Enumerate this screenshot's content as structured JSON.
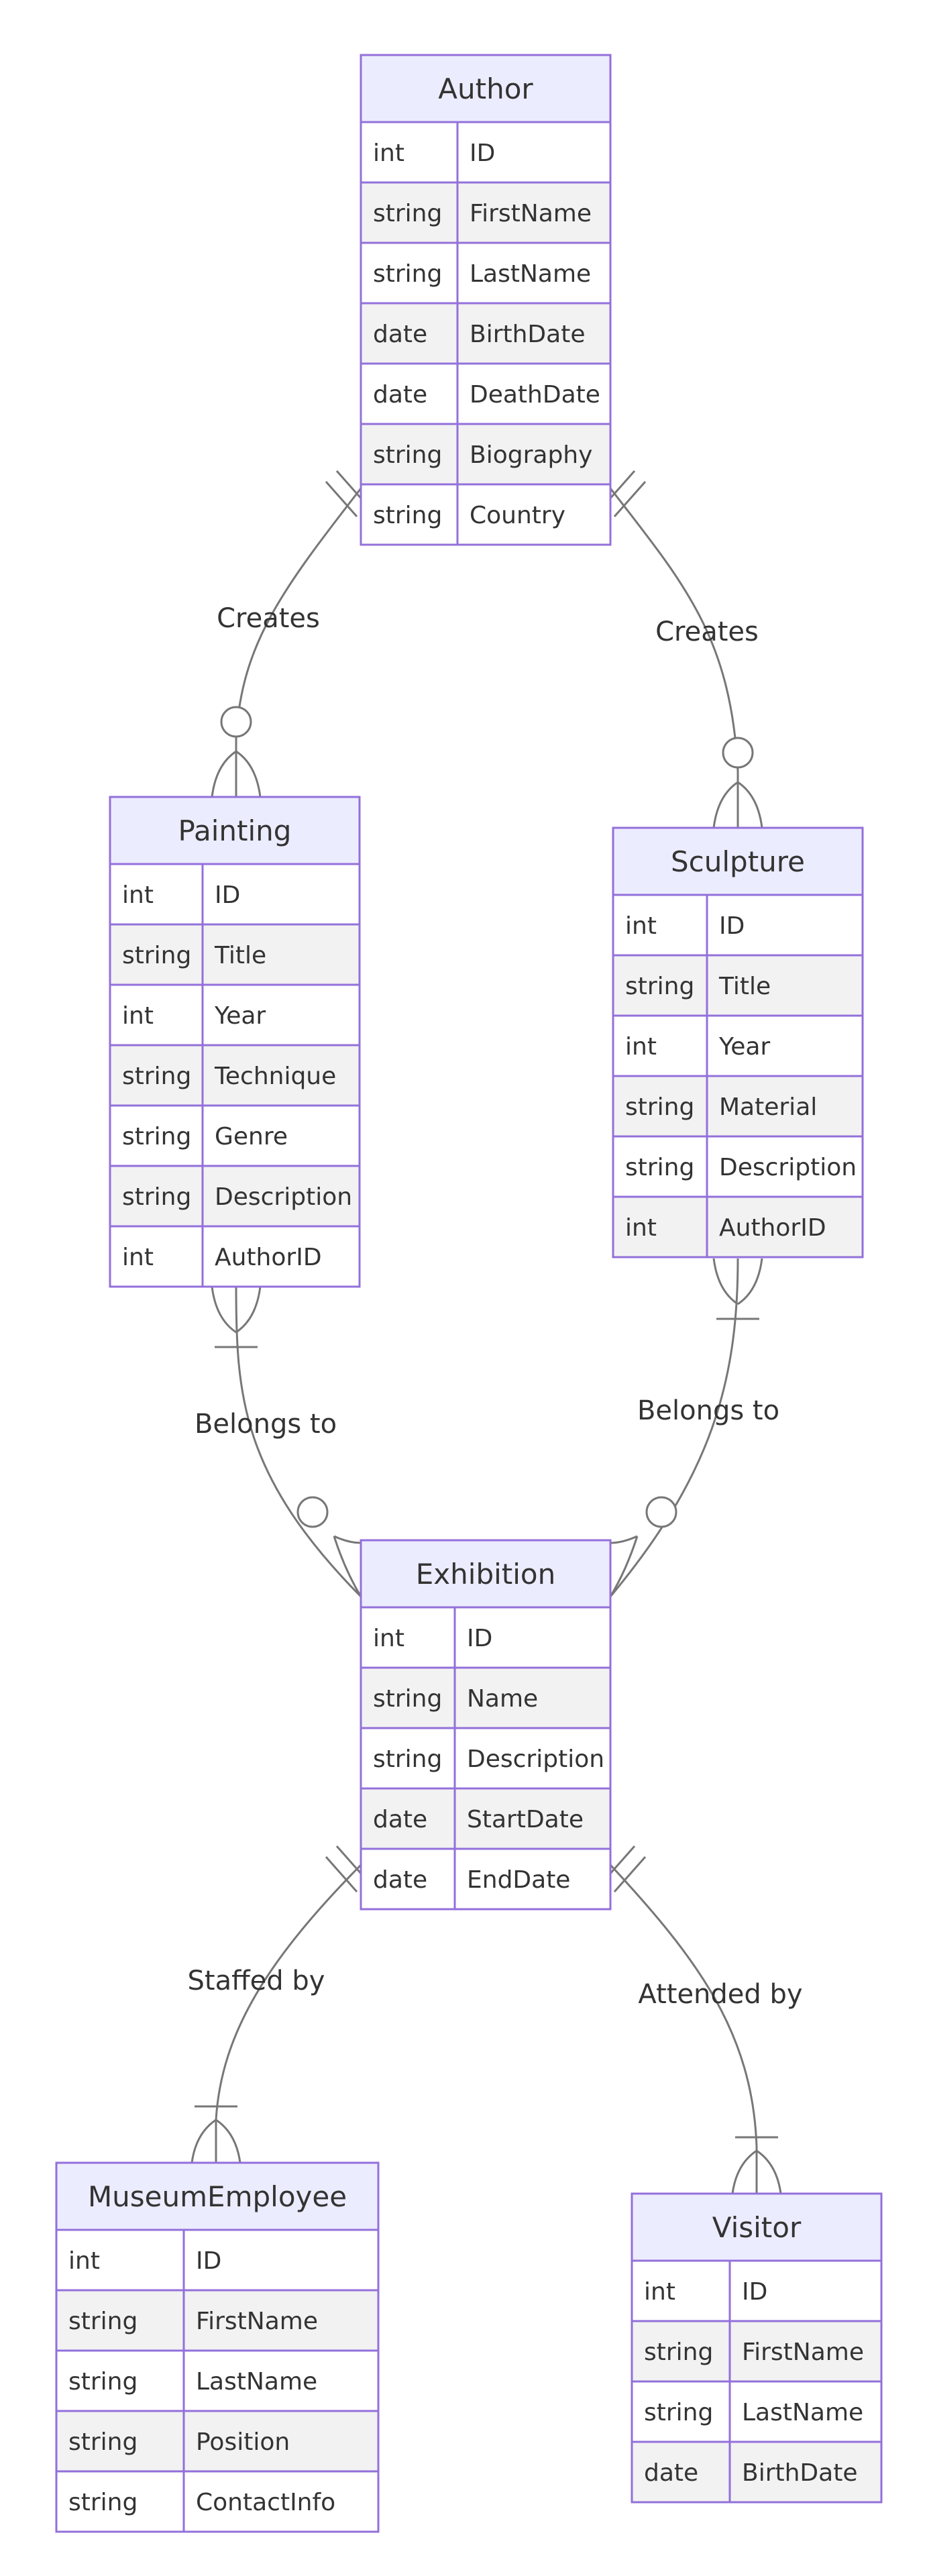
{
  "entities": [
    {
      "id": "author",
      "title": "Author",
      "attributes": [
        [
          "int",
          "ID"
        ],
        [
          "string",
          "FirstName"
        ],
        [
          "string",
          "LastName"
        ],
        [
          "date",
          "BirthDate"
        ],
        [
          "date",
          "DeathDate"
        ],
        [
          "string",
          "Biography"
        ],
        [
          "string",
          "Country"
        ]
      ]
    },
    {
      "id": "painting",
      "title": "Painting",
      "attributes": [
        [
          "int",
          "ID"
        ],
        [
          "string",
          "Title"
        ],
        [
          "int",
          "Year"
        ],
        [
          "string",
          "Technique"
        ],
        [
          "string",
          "Genre"
        ],
        [
          "string",
          "Description"
        ],
        [
          "int",
          "AuthorID"
        ]
      ]
    },
    {
      "id": "sculpture",
      "title": "Sculpture",
      "attributes": [
        [
          "int",
          "ID"
        ],
        [
          "string",
          "Title"
        ],
        [
          "int",
          "Year"
        ],
        [
          "string",
          "Material"
        ],
        [
          "string",
          "Description"
        ],
        [
          "int",
          "AuthorID"
        ]
      ]
    },
    {
      "id": "exhibition",
      "title": "Exhibition",
      "attributes": [
        [
          "int",
          "ID"
        ],
        [
          "string",
          "Name"
        ],
        [
          "string",
          "Description"
        ],
        [
          "date",
          "StartDate"
        ],
        [
          "date",
          "EndDate"
        ]
      ]
    },
    {
      "id": "museum-employee",
      "title": "MuseumEmployee",
      "attributes": [
        [
          "int",
          "ID"
        ],
        [
          "string",
          "FirstName"
        ],
        [
          "string",
          "LastName"
        ],
        [
          "string",
          "Position"
        ],
        [
          "string",
          "ContactInfo"
        ]
      ]
    },
    {
      "id": "visitor",
      "title": "Visitor",
      "attributes": [
        [
          "int",
          "ID"
        ],
        [
          "string",
          "FirstName"
        ],
        [
          "string",
          "LastName"
        ],
        [
          "date",
          "BirthDate"
        ]
      ]
    }
  ],
  "relationships": [
    {
      "id": "author-painting",
      "label": "Creates"
    },
    {
      "id": "author-sculpture",
      "label": "Creates"
    },
    {
      "id": "painting-exhibition",
      "label": "Belongs to"
    },
    {
      "id": "sculpture-exhibition",
      "label": "Belongs to"
    },
    {
      "id": "exhibition-employee",
      "label": "Staffed by"
    },
    {
      "id": "exhibition-visitor",
      "label": "Attended by"
    }
  ],
  "colors": {
    "header_fill": "#ECECFF",
    "row_odd_fill": "#FFFFFF",
    "row_even_fill": "#F2F2F2",
    "border": "#9370DB",
    "edge": "#777777",
    "text": "#333333"
  }
}
